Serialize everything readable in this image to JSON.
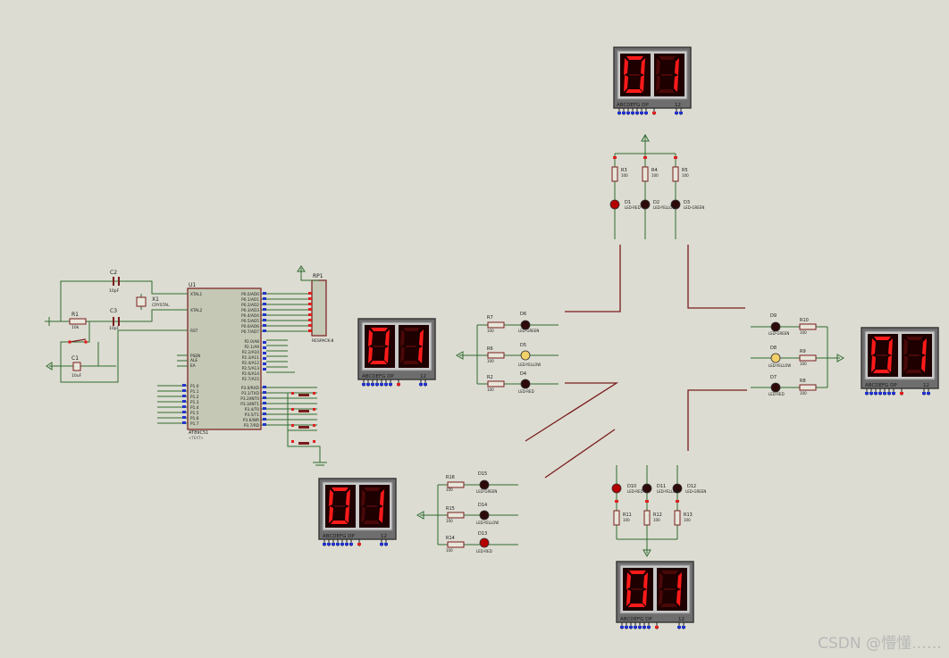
{
  "watermark": "CSDN @懵懂……",
  "colors": {
    "background": "#dcdcd2",
    "wire": "#2f6b2f",
    "road": "#7a1c1c",
    "ic_fill": "#c4c8b4",
    "ic_outline": "#7a1c1c",
    "display_bezel": "#6e6e6e",
    "display_face": "#1e0000",
    "segment_on": "#ff1a1a",
    "segment_off": "#4a0808",
    "led_red": "#b40000",
    "led_dark": "#2e0a0a",
    "led_yellow": "#f2d06a",
    "pin_red": "#e02020",
    "pin_blue": "#2233cc",
    "text": "#1a1a1a"
  },
  "display": {
    "digits": [
      "0",
      "1"
    ],
    "pin_row": "ABCDEFG  DP",
    "com_pins": "12"
  },
  "mcu": {
    "ref": "U1",
    "part": "AT89C51",
    "text_tag": "<TEXT>",
    "pins_left_top": [
      "XTAL1",
      "XTAL2"
    ],
    "pins_left_mid": [
      "RST"
    ],
    "pins_left_ctrl": [
      "PSEN",
      "ALE",
      "EA"
    ],
    "pins_left_p1": [
      "P1.0",
      "P1.1",
      "P1.2",
      "P1.3",
      "P1.4",
      "P1.5",
      "P1.6",
      "P1.7"
    ],
    "pins_right_p0": [
      "P0.0/AD0",
      "P0.1/AD1",
      "P0.2/AD2",
      "P0.3/AD3",
      "P0.4/AD4",
      "P0.5/AD5",
      "P0.6/AD6",
      "P0.7/AD7"
    ],
    "pins_right_p2": [
      "P2.0/A8",
      "P2.1/A9",
      "P2.2/A10",
      "P2.3/A11",
      "P2.4/A12",
      "P2.5/A13",
      "P2.6/A14",
      "P2.7/A15"
    ],
    "pins_right_p3": [
      "P3.0/RXD",
      "P3.1/TXD",
      "P3.2/INT0",
      "P3.3/INT1",
      "P3.4/T0",
      "P3.5/T1",
      "P3.6/WR",
      "P3.7/RD"
    ]
  },
  "rp1": {
    "ref": "RP1",
    "part": "RESPACK-8"
  },
  "oscillator": {
    "c2": {
      "ref": "C2",
      "value": "10pF"
    },
    "c3": {
      "ref": "C3",
      "value": "10pF"
    },
    "x1": {
      "ref": "X1",
      "part": "CRYSTAL"
    },
    "r1": {
      "ref": "R1",
      "value": "10k"
    },
    "c1": {
      "ref": "C1",
      "value": "10uF"
    }
  },
  "groups": {
    "north": {
      "resistors": [
        {
          "ref": "R3",
          "value": "100"
        },
        {
          "ref": "R4",
          "value": "100"
        },
        {
          "ref": "R5",
          "value": "100"
        }
      ],
      "leds": [
        {
          "ref": "D1",
          "part": "LED-RED"
        },
        {
          "ref": "D2",
          "part": "LED-YELLOW"
        },
        {
          "ref": "D3",
          "part": "LED-GREEN"
        }
      ]
    },
    "west": {
      "resistors": [
        {
          "ref": "R7",
          "value": "100"
        },
        {
          "ref": "R6",
          "value": "100"
        },
        {
          "ref": "R2",
          "value": "100"
        }
      ],
      "leds": [
        {
          "ref": "D6",
          "part": "LED-GREEN"
        },
        {
          "ref": "D5",
          "part": "LED-YELLOW"
        },
        {
          "ref": "D4",
          "part": "LED-RED"
        }
      ]
    },
    "east": {
      "resistors": [
        {
          "ref": "R10",
          "value": "100"
        },
        {
          "ref": "R9",
          "value": "100"
        },
        {
          "ref": "R8",
          "value": "100"
        }
      ],
      "leds": [
        {
          "ref": "D9",
          "part": "LED-GREEN"
        },
        {
          "ref": "D8",
          "part": "LED-YELLOW"
        },
        {
          "ref": "D7",
          "part": "LED-RED"
        }
      ]
    },
    "south": {
      "resistors": [
        {
          "ref": "R11",
          "value": "100"
        },
        {
          "ref": "R12",
          "value": "100"
        },
        {
          "ref": "R13",
          "value": "100"
        }
      ],
      "leds": [
        {
          "ref": "D10",
          "part": "LED-RED"
        },
        {
          "ref": "D11",
          "part": "LED-YELLOW"
        },
        {
          "ref": "D12",
          "part": "LED-GREEN"
        }
      ]
    },
    "southwest": {
      "resistors": [
        {
          "ref": "R16",
          "value": "100"
        },
        {
          "ref": "R15",
          "value": "100"
        },
        {
          "ref": "R14",
          "value": "100"
        }
      ],
      "leds": [
        {
          "ref": "D15",
          "part": "LED-GREEN"
        },
        {
          "ref": "D14",
          "part": "LED-YELLOW"
        },
        {
          "ref": "D13",
          "part": "LED-RED"
        }
      ]
    }
  }
}
